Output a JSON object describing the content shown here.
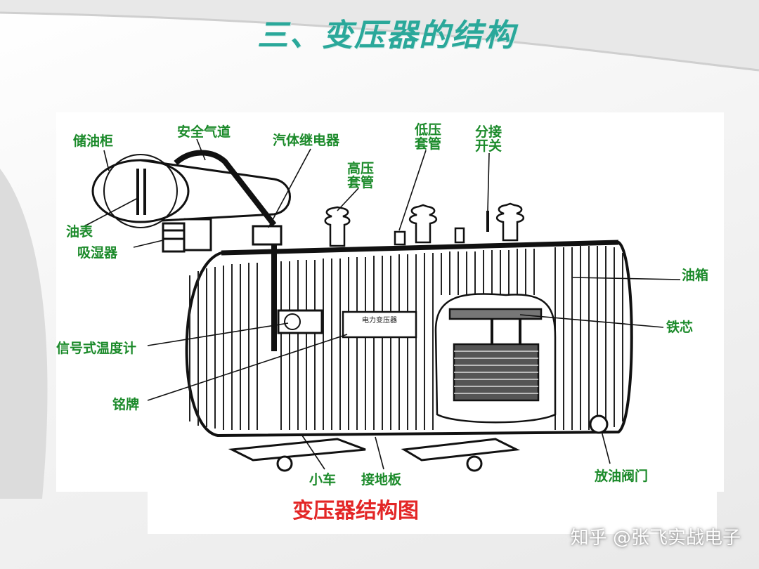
{
  "slide": {
    "title": "三、变压器的结构",
    "caption": "变压器结构图",
    "accent_color": "#2aa89a",
    "label_color": "#1b8a2a",
    "caption_color": "#e32626"
  },
  "labels": {
    "conservator": "储油柜",
    "safety_vent": "安全气道",
    "gas_relay": "汽体继电器",
    "lv_bushing": "低压套管",
    "tap_changer": "分接开关",
    "hv_bushing": "高压套管",
    "oil_gauge": "油表",
    "breather": "吸湿器",
    "oil_tank": "油箱",
    "iron_core": "铁芯",
    "thermometer": "信号式温度计",
    "nameplate": "铭牌",
    "trolley": "小车",
    "ground_plate": "接地板",
    "drain_valve": "放油阀门"
  },
  "nameplate_text": "电力变压器",
  "watermark": "知乎 @张飞实战电子"
}
